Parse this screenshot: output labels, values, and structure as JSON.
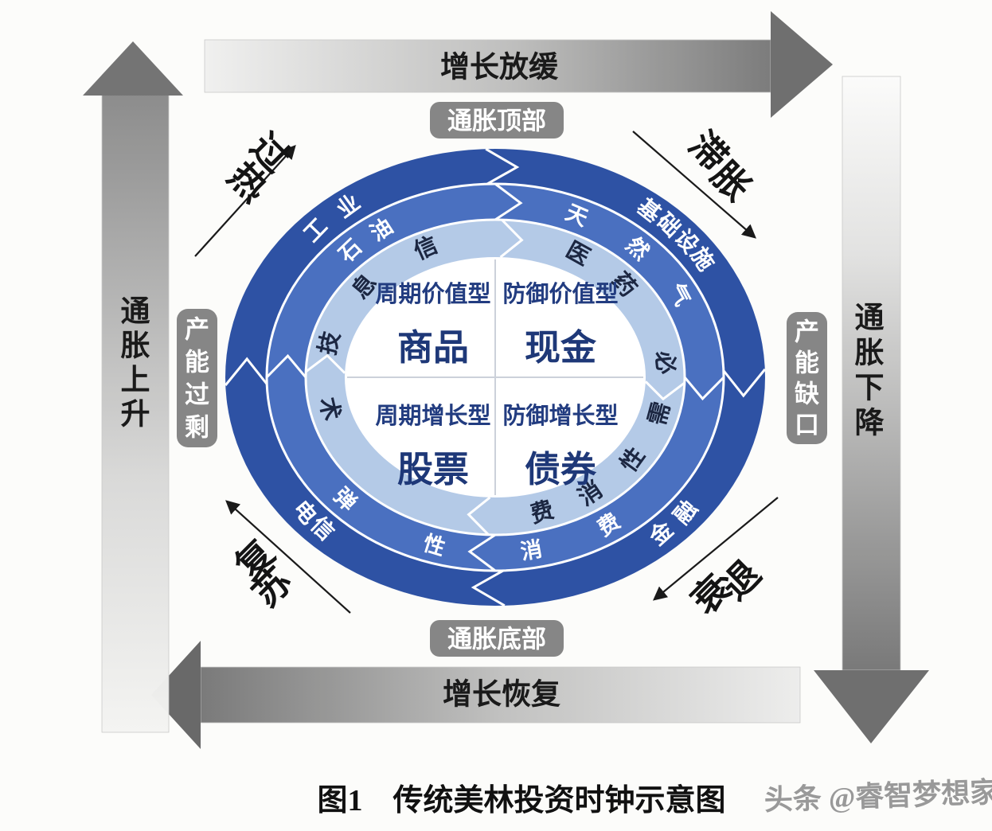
{
  "figure": {
    "caption": "图1　传统美林投资时钟示意图",
    "watermark": "头条 @睿智梦想家S"
  },
  "cycle_arrows": {
    "top": "增长放缓",
    "right": "通胀下降",
    "bottom": "增长恢复",
    "left": "通胀上升"
  },
  "badges": {
    "top": "通胀顶部",
    "right": "产能缺口",
    "bottom": "通胀底部",
    "left": "产能过剩"
  },
  "phases": {
    "top_left": "过热",
    "top_right": "滞胀",
    "bottom_right": "衰退",
    "bottom_left": "复苏"
  },
  "quadrants": {
    "top_left": {
      "style": "周期价值型",
      "asset": "商品"
    },
    "top_right": {
      "style": "防御价值型",
      "asset": "现金"
    },
    "bottom_left": {
      "style": "周期增长型",
      "asset": "股票"
    },
    "bottom_right": {
      "style": "防御增长型",
      "asset": "债券"
    }
  },
  "rings": {
    "outer": [
      "工业",
      "基础设施",
      "金融",
      "电信"
    ],
    "middle": [
      "石油",
      "天然气",
      "弹性消费"
    ],
    "inner": [
      "信息技术",
      "医药",
      "必需性消费"
    ]
  },
  "colors": {
    "ring_outer": "#2e52a4",
    "ring_middle": "#4a70c0",
    "ring_inner": "#b4cae7",
    "badge_gray": "#868686",
    "navy_text": "#223c80"
  }
}
